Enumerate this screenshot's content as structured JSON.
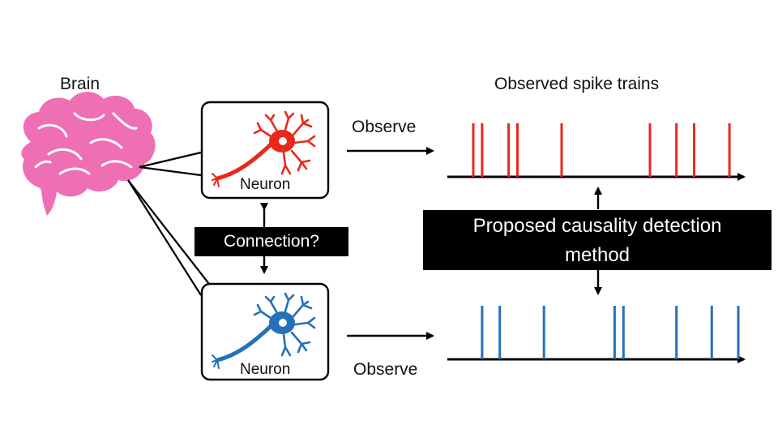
{
  "brain": {
    "label": "Brain",
    "color": "#ee6fb4",
    "icon": "brain-icon"
  },
  "neurons": [
    {
      "label": "Neuron",
      "color": "#e8281b",
      "icon": "neuron-icon"
    },
    {
      "label": "Neuron",
      "color": "#2670b8",
      "icon": "neuron-icon"
    }
  ],
  "connection_label": "Connection?",
  "observe_top": "Observe",
  "observe_bottom": "Observe",
  "spike_title": "Observed spike trains",
  "method_line1": "Proposed causality detection",
  "method_line2": "method",
  "spike_trains": {
    "top": {
      "color": "#e8281b",
      "spikes": [
        1,
        2,
        5,
        6,
        11,
        21,
        24,
        26,
        30
      ]
    },
    "bottom": {
      "color": "#2670b8",
      "spikes": [
        2,
        4,
        9,
        17,
        18,
        24,
        28,
        31
      ]
    }
  }
}
